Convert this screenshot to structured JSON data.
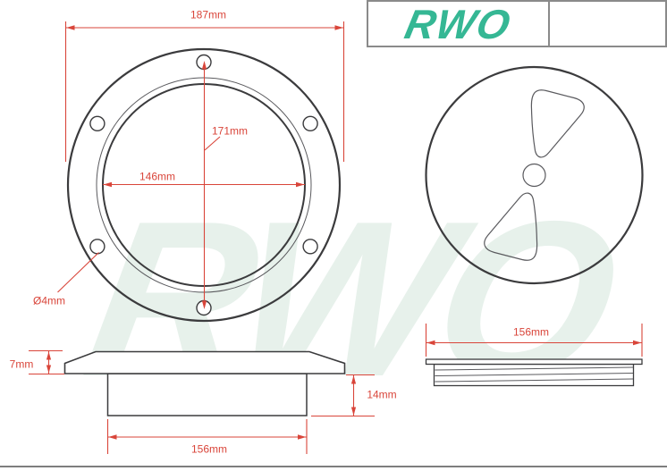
{
  "brand": {
    "logo_text": "RWO",
    "logo_color": "#35b794"
  },
  "watermark_text": "RWO",
  "drawing": {
    "front_view": {
      "overall_diameter": "187mm",
      "bolt_circle_diameter": "171mm",
      "opening_diameter": "146mm",
      "screw_hole_diameter": "Ø4mm"
    },
    "side_view": {
      "flange_thickness": "7mm",
      "body_depth": "14mm",
      "body_width": "156mm"
    },
    "cover_side_view": {
      "width": "156mm"
    }
  },
  "colors": {
    "dimension_red": "#d9453a",
    "line_dark": "#3b3b3d",
    "line_thin": "#5a5a5e",
    "logo_teal": "#35b794",
    "watermark_teal": "#e7f1eb",
    "frame_grey": "#8a8a8a"
  }
}
